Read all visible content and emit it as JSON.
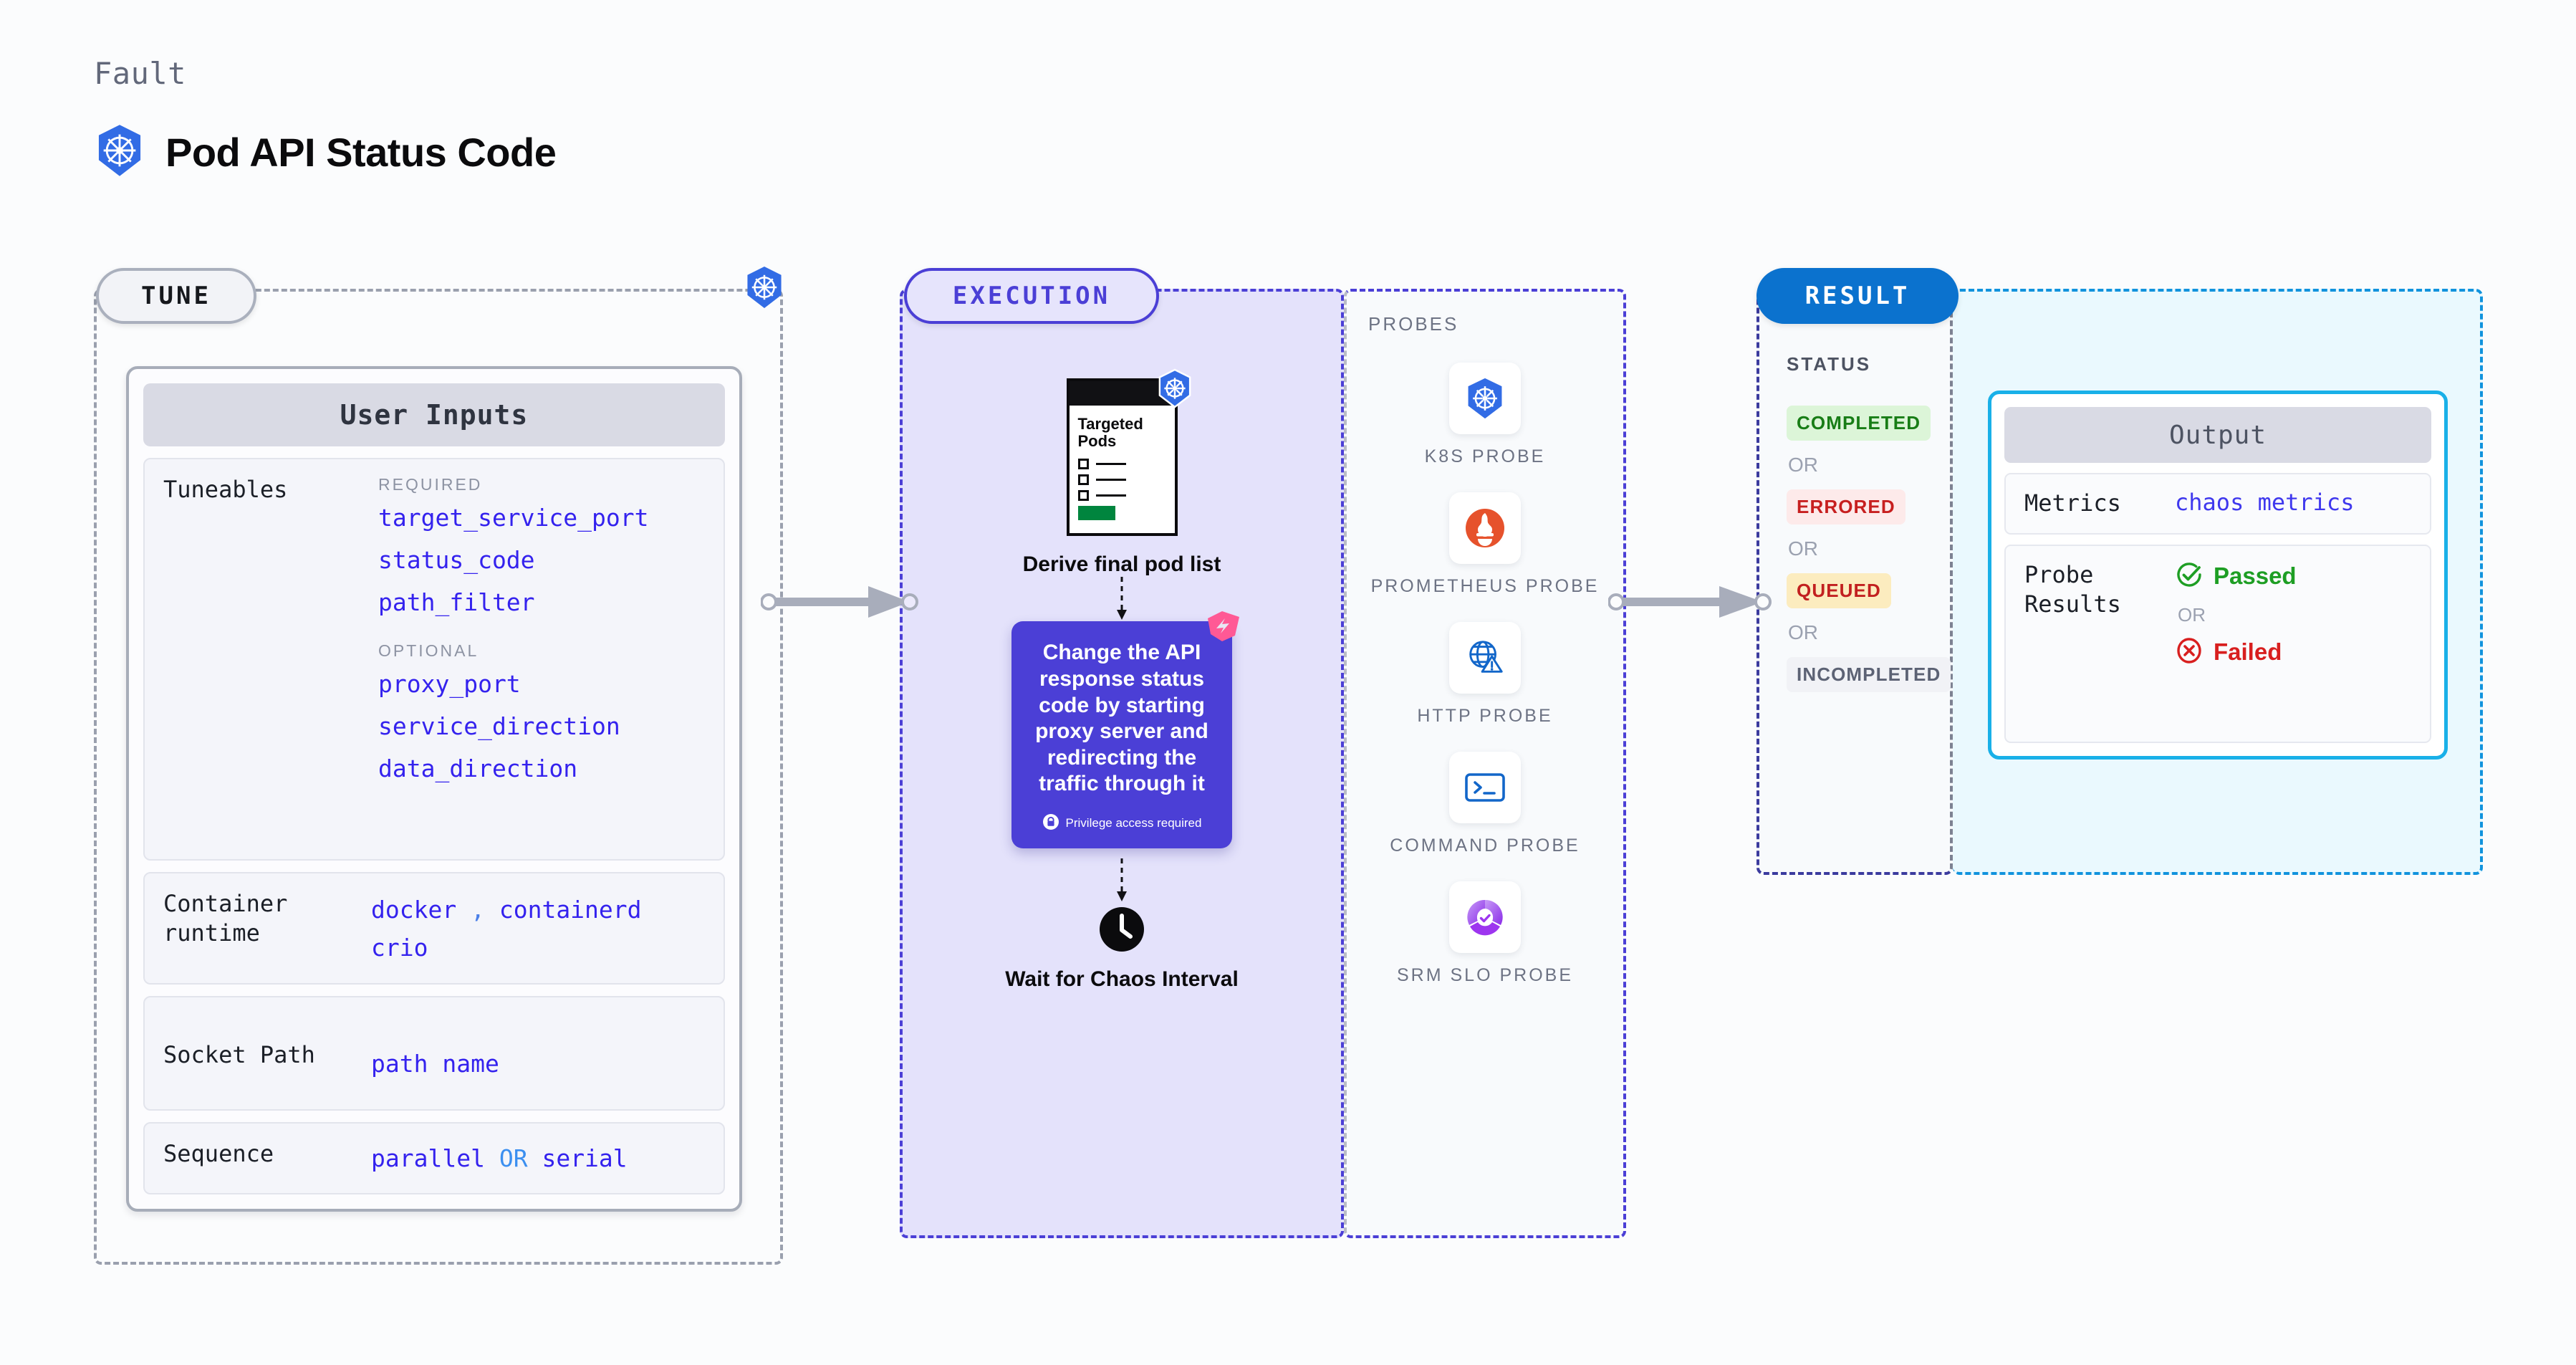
{
  "header": {
    "eyebrow": "Fault",
    "title": "Pod API Status Code",
    "icon": "kubernetes-icon"
  },
  "stages": {
    "tune": {
      "pill": "TUNE"
    },
    "execution": {
      "pill": "EXECUTION"
    },
    "result": {
      "pill": "RESULT"
    }
  },
  "tune": {
    "card_title": "User Inputs",
    "tuneables": {
      "label": "Tuneables",
      "required_header": "REQUIRED",
      "required": [
        "target_service_port",
        "status_code",
        "path_filter"
      ],
      "optional_header": "OPTIONAL",
      "optional": [
        "proxy_port",
        "service_direction",
        "data_direction"
      ]
    },
    "container_runtime": {
      "label": "Container runtime",
      "values": [
        "docker",
        "containerd",
        "crio"
      ],
      "separator": ","
    },
    "socket_path": {
      "label": "Socket Path",
      "value": "path name"
    },
    "sequence": {
      "label": "Sequence",
      "value_a": "parallel",
      "keyword": "OR",
      "value_b": "serial"
    }
  },
  "execution": {
    "doc": {
      "title": "Targeted Pods",
      "badge_icon": "kubernetes-icon"
    },
    "step1_label": "Derive final pod list",
    "chaos_card": {
      "text": "Change the API response status code by starting proxy server and redirecting the traffic through it",
      "privilege_note": "Privilege access required",
      "privilege_icon": "lock-icon",
      "corner_icon": "harness-logo",
      "color": "#4b3fd6"
    },
    "wait_step": {
      "label": "Wait for Chaos Interval",
      "icon": "clock-icon"
    }
  },
  "probes": {
    "title": "PROBES",
    "items": [
      {
        "name": "K8S PROBE",
        "icon": "kubernetes-icon"
      },
      {
        "name": "PROMETHEUS PROBE",
        "icon": "prometheus-icon"
      },
      {
        "name": "HTTP PROBE",
        "icon": "globe-warning-icon"
      },
      {
        "name": "COMMAND PROBE",
        "icon": "terminal-icon"
      },
      {
        "name": "SRM SLO PROBE",
        "icon": "srm-slo-icon"
      }
    ]
  },
  "result": {
    "status_header": "STATUS",
    "or_label": "OR",
    "statuses": [
      {
        "label": "COMPLETED",
        "color": "#187d16",
        "bg": "#dcf5d8"
      },
      {
        "label": "ERRORED",
        "color": "#c71f1f",
        "bg": "#fdeaea"
      },
      {
        "label": "QUEUED",
        "color": "#c22020",
        "bg": "#fcecbf"
      },
      {
        "label": "INCOMPLETED",
        "color": "#5c6274",
        "bg": "#f1f2f6"
      }
    ]
  },
  "output": {
    "title": "Output",
    "metrics": {
      "label": "Metrics",
      "value": "chaos metrics"
    },
    "probe_results": {
      "label": "Probe Results",
      "passed": "Passed",
      "or_label": "OR",
      "failed": "Failed",
      "passed_icon": "check-circle-icon",
      "failed_icon": "x-circle-icon"
    }
  },
  "colors": {
    "accent_purple": "#4b3fd6",
    "accent_blue": "#0b72ce",
    "accent_cyan": "#19b0e8",
    "token_blue": "#3422ee",
    "k8s_blue": "#326ce5"
  }
}
